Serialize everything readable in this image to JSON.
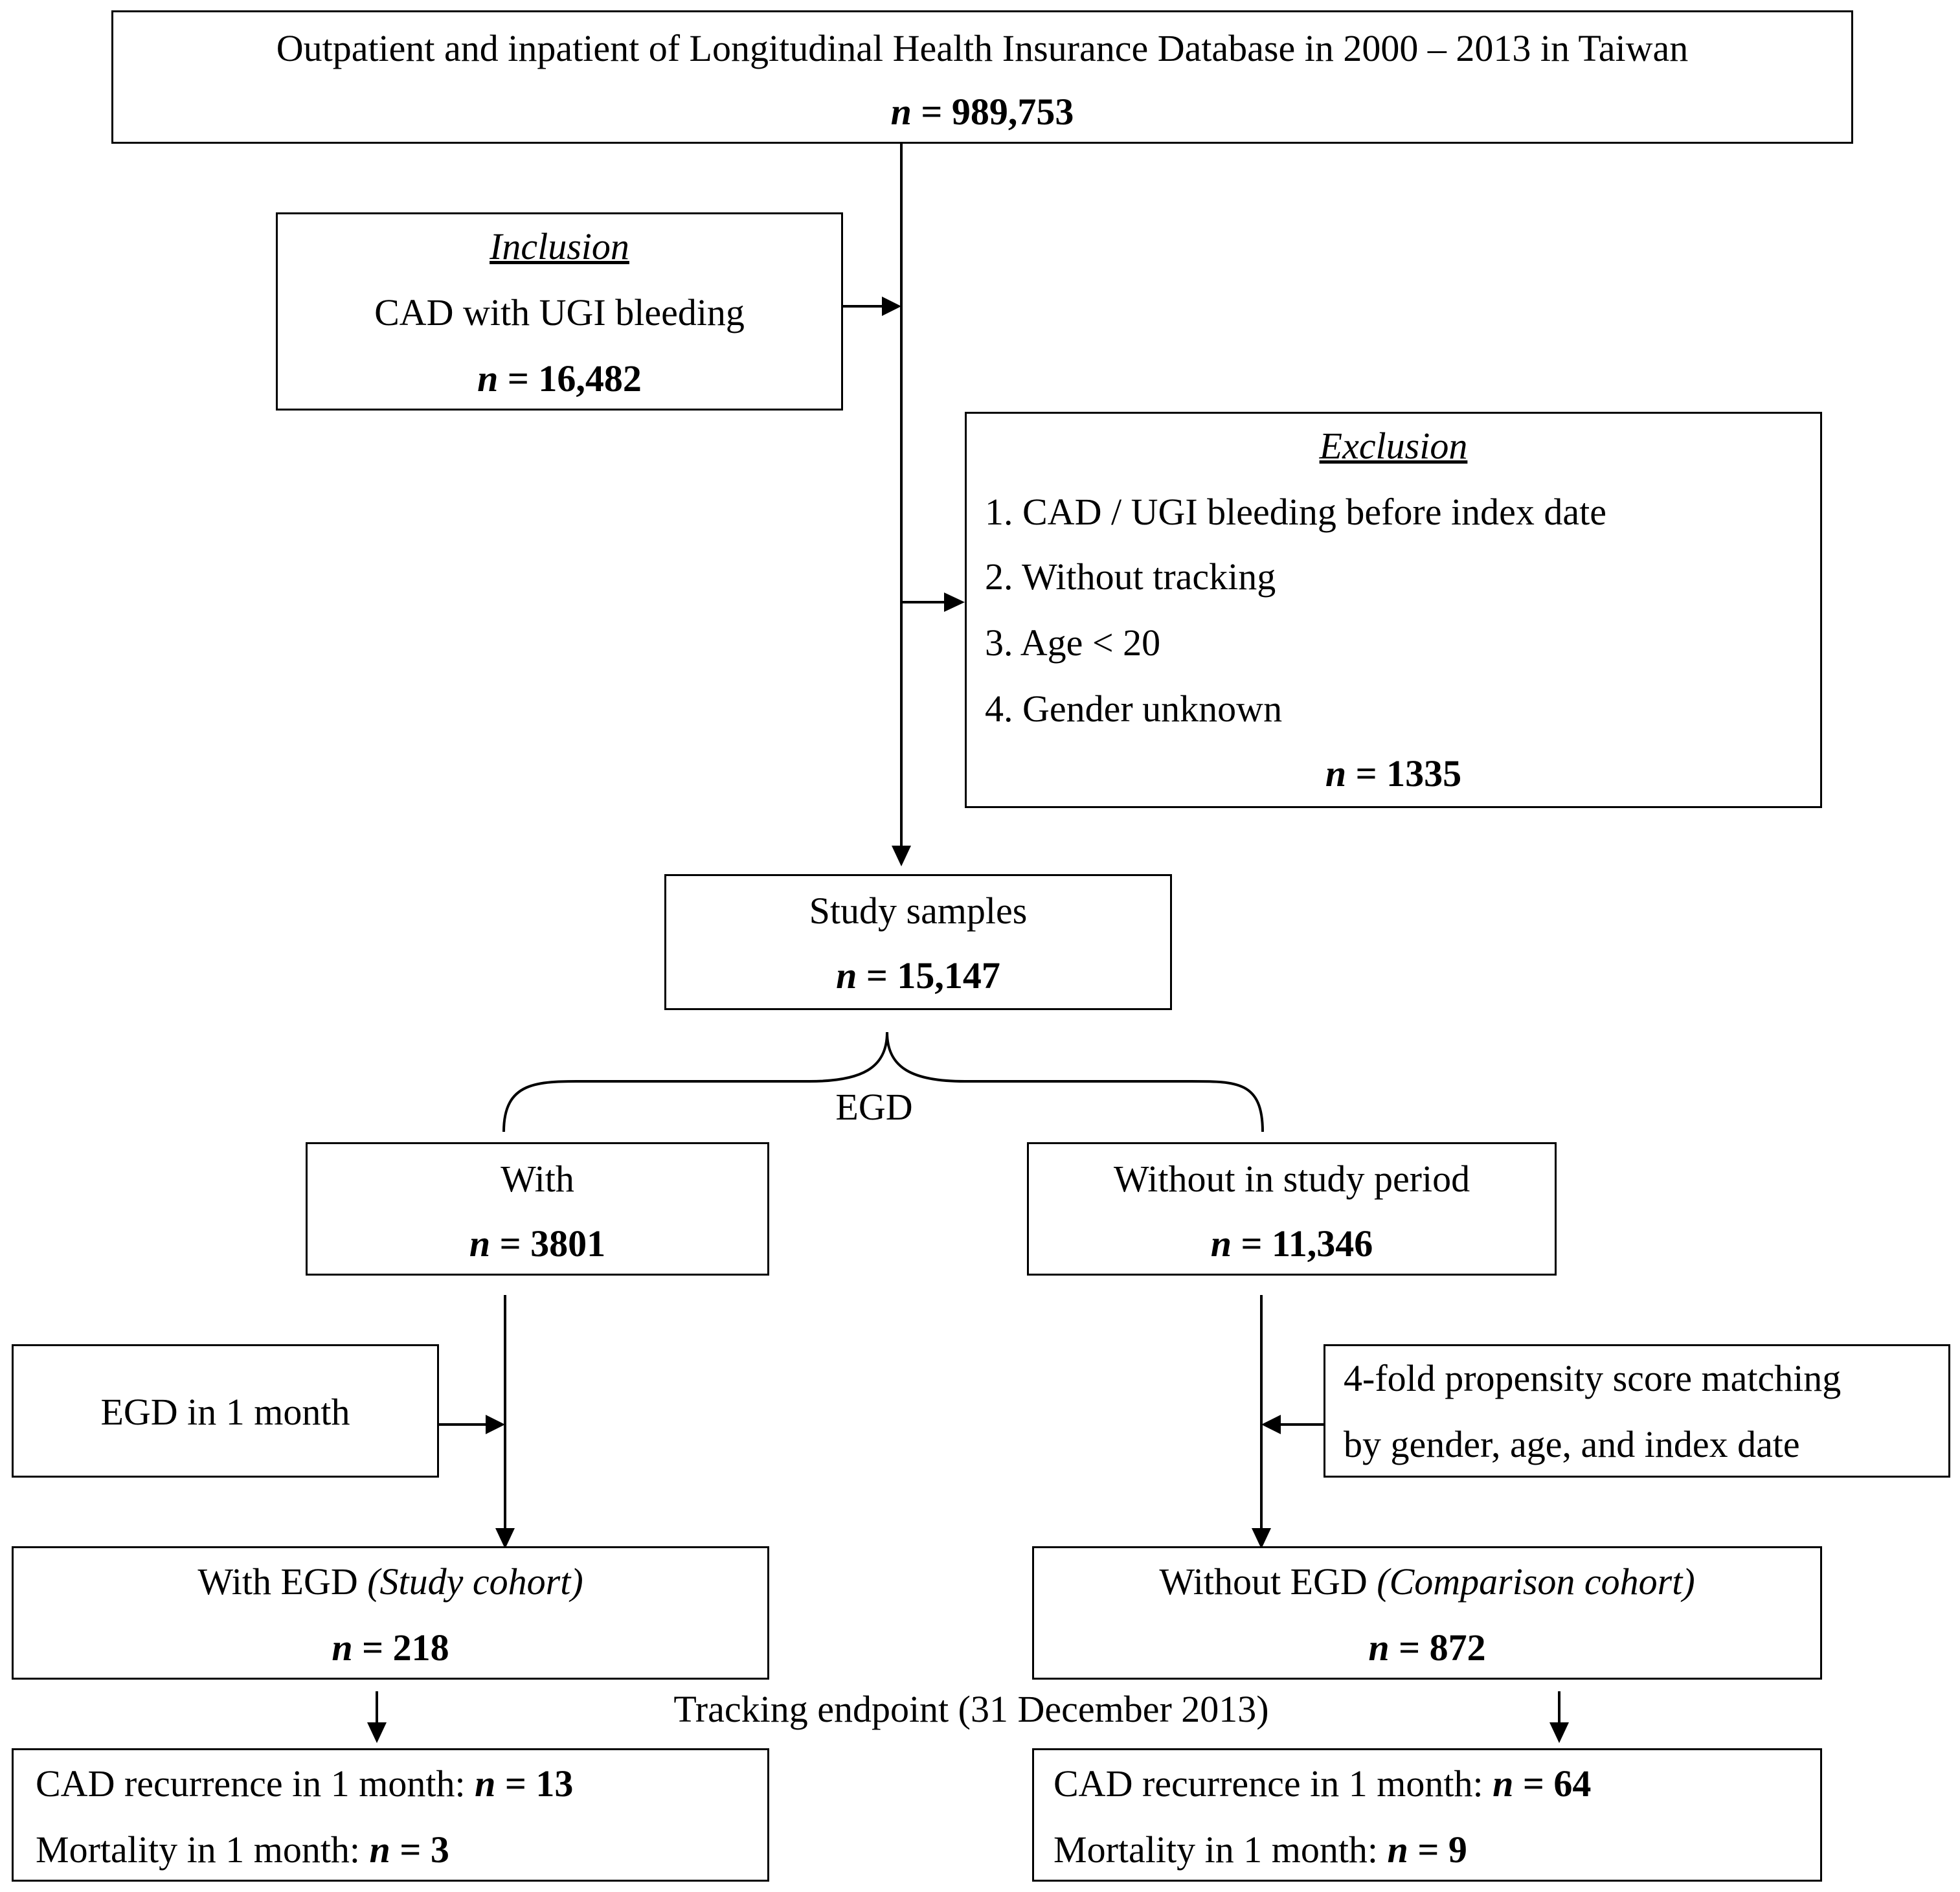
{
  "source": {
    "title": "Outpatient and inpatient of Longitudinal Health Insurance Database in 2000 – 2013 in Taiwan",
    "n_label": "n",
    "n_value": " = 989,753"
  },
  "inclusion": {
    "heading": "Inclusion",
    "text": "CAD with UGI bleeding",
    "n_label": "n",
    "n_value": " = 16,482"
  },
  "exclusion": {
    "heading": "Exclusion",
    "items": [
      "1. CAD / UGI bleeding before index date",
      "2. Without tracking",
      "3. Age < 20",
      "4. Gender unknown"
    ],
    "n_label": "n",
    "n_value": " = 1335"
  },
  "study": {
    "title": "Study samples",
    "n_label": "n",
    "n_value": " = 15,147"
  },
  "split_label": "EGD",
  "with": {
    "title": "With",
    "n_label": "n",
    "n_value": " = 3801"
  },
  "without": {
    "title": "Without in study period",
    "n_label": "n",
    "n_value": " = 11,346"
  },
  "egd_month": {
    "text": "EGD in 1 month"
  },
  "matching": {
    "line1": "4-fold propensity score matching",
    "line2": "by gender, age, and index date"
  },
  "study_cohort": {
    "title": "With EGD ",
    "subtitle": "(Study cohort)",
    "n_label": "n",
    "n_value": " = 218"
  },
  "comparison_cohort": {
    "title": "Without EGD ",
    "subtitle": "(Comparison cohort)",
    "n_label": "n",
    "n_value": " = 872"
  },
  "tracking": "Tracking endpoint (31 December 2013)",
  "study_outcome": {
    "recurrence_label": "CAD recurrence in 1 month: ",
    "recurrence_n_label": "n",
    "recurrence_value": " = 13",
    "mortality_label": "Mortality in 1 month: ",
    "mortality_n_label": "n",
    "mortality_value": " = 3"
  },
  "comparison_outcome": {
    "recurrence_label": "CAD recurrence in 1 month: ",
    "recurrence_n_label": "n",
    "recurrence_value": " = 64",
    "mortality_label": "Mortality in 1 month: ",
    "mortality_n_label": "n",
    "mortality_value": " = 9"
  }
}
